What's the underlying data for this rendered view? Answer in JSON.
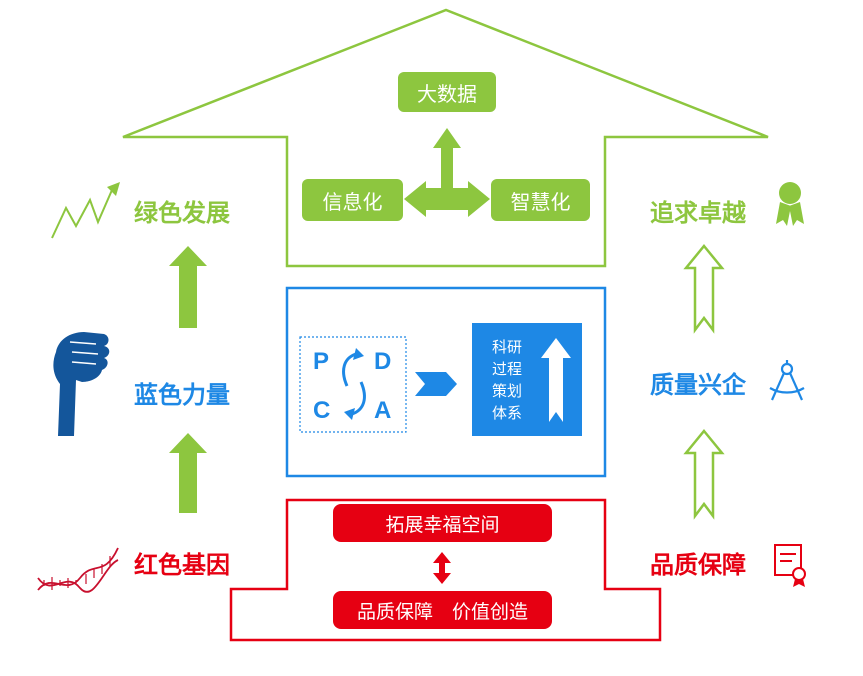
{
  "roof": {
    "top_label": "大数据",
    "left_label": "信息化",
    "right_label": "智慧化"
  },
  "left_column": {
    "top": "绿色发展",
    "middle": "蓝色力量",
    "bottom": "红色基因"
  },
  "right_column": {
    "top": "追求卓越",
    "middle": "质量兴企",
    "bottom": "品质保障"
  },
  "center": {
    "pdca": {
      "p": "P",
      "d": "D",
      "c": "C",
      "a": "A"
    },
    "plan_lines": [
      "科研",
      "过程",
      "策划",
      "体系"
    ]
  },
  "base": {
    "top_label": "拓展幸福空间",
    "bottom_label": "品质保障　价值创造"
  },
  "colors": {
    "green": "#8dc63f",
    "blue": "#1e88e5",
    "red": "#e60012",
    "dark_blue": "#14569b"
  },
  "icons": {
    "left_top": "growth-chart-icon",
    "left_middle": "fist-icon",
    "left_bottom": "dna-icon",
    "right_top": "award-ribbon-icon",
    "right_middle": "compass-icon",
    "right_bottom": "certificate-icon"
  }
}
